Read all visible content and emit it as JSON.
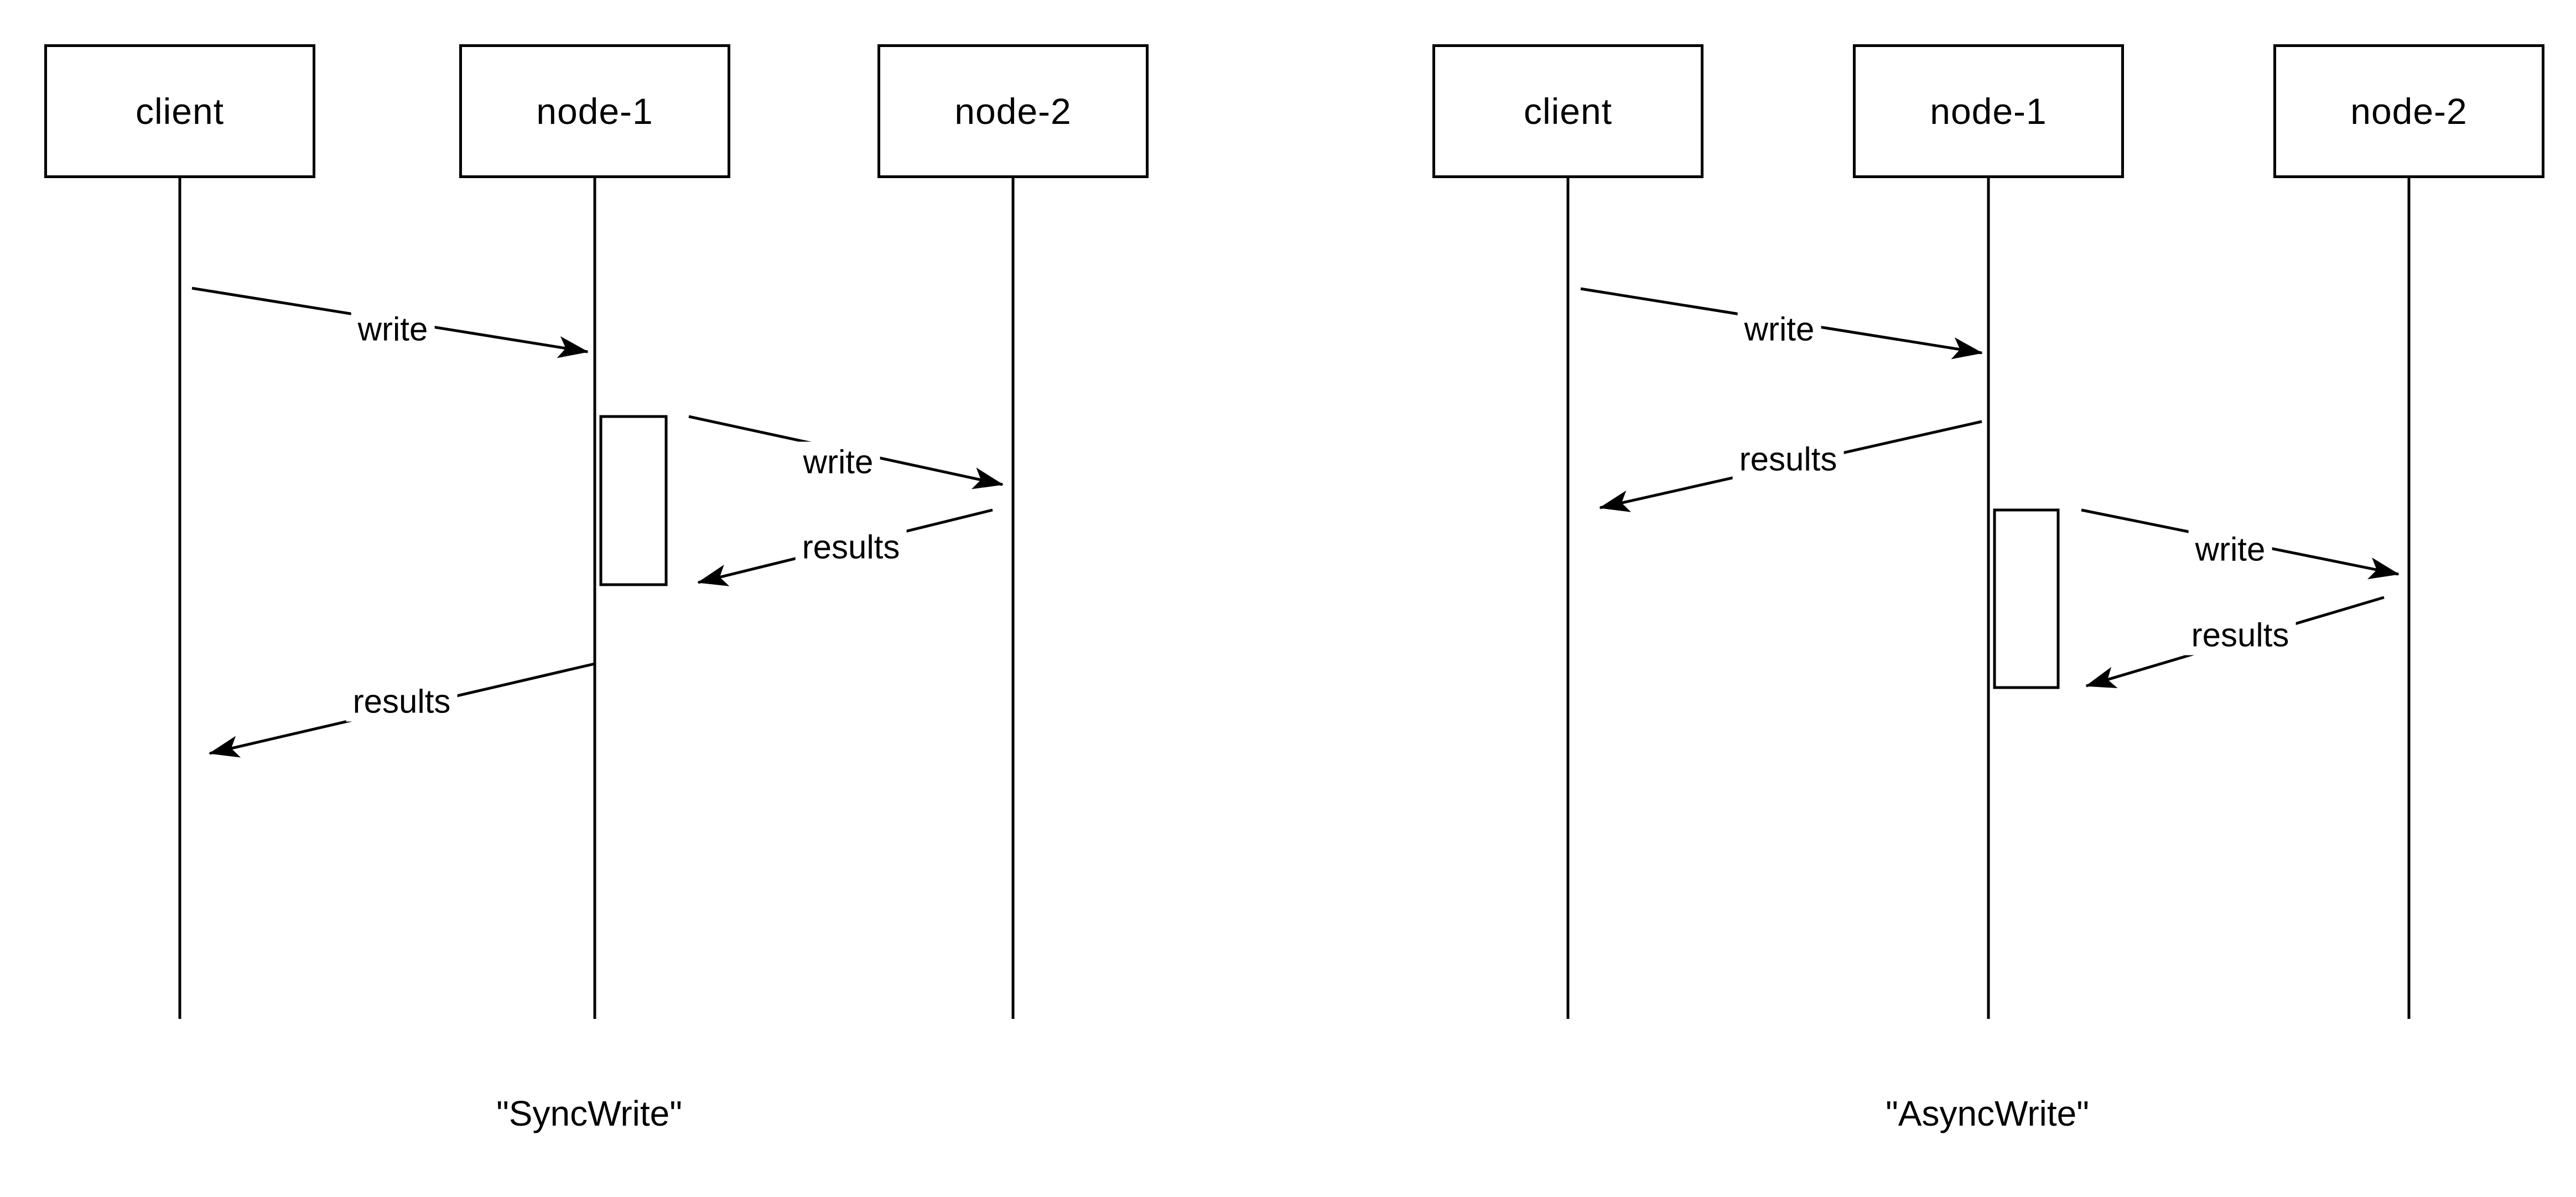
{
  "page": {
    "background_color": "#ffffff",
    "ink_color": "#000000"
  },
  "diagrams": [
    {
      "name": "SyncWrite",
      "caption": "\"SyncWrite\"",
      "actors": [
        {
          "label": "client"
        },
        {
          "label": "node-1"
        },
        {
          "label": "node-2"
        }
      ],
      "messages": [
        {
          "from": "client",
          "to": "node-1",
          "label": "write"
        },
        {
          "from": "node-1",
          "to": "node-2",
          "label": "write"
        },
        {
          "from": "node-2",
          "to": "node-1",
          "label": "results"
        },
        {
          "from": "node-1",
          "to": "client",
          "label": "results"
        }
      ]
    },
    {
      "name": "AsyncWrite",
      "caption": "\"AsyncWrite\"",
      "actors": [
        {
          "label": "client"
        },
        {
          "label": "node-1"
        },
        {
          "label": "node-2"
        }
      ],
      "messages": [
        {
          "from": "client",
          "to": "node-1",
          "label": "write"
        },
        {
          "from": "node-1",
          "to": "client",
          "label": "results"
        },
        {
          "from": "node-1",
          "to": "node-2",
          "label": "write"
        },
        {
          "from": "node-2",
          "to": "node-1",
          "label": "results"
        }
      ]
    }
  ]
}
